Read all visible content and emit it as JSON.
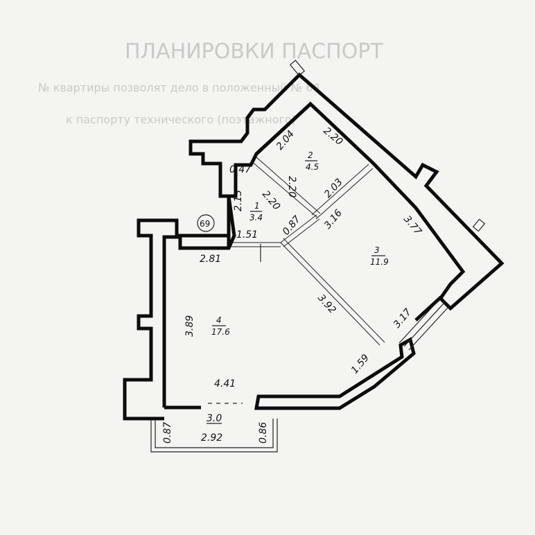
{
  "background": {
    "heading": "ПЛАНИРОВКИ ПАСПОРТ",
    "line1": "№ квартиры позволят дело в положенный № 68",
    "line2": "к паспорту технического (поэтажного)"
  },
  "plan": {
    "apartment_marker": "69",
    "rooms": [
      {
        "id": "room-1",
        "number": "1",
        "area": "3.4"
      },
      {
        "id": "room-2",
        "number": "2",
        "area": "4.5"
      },
      {
        "id": "room-3",
        "number": "3",
        "area": "11.9"
      },
      {
        "id": "room-4",
        "number": "4",
        "area": "17.6"
      }
    ],
    "balcony": {
      "area": "3.0",
      "width": "2.92",
      "left_depth": "0.87",
      "right_depth": "0.86"
    },
    "dimensions": {
      "d204": "2.04",
      "d220a": "2.20",
      "d047": "0.47",
      "d220b": "2.20",
      "d203": "2.03",
      "d213": "2.13",
      "d220c": "2.20",
      "d316": "3.16",
      "d377": "3.77",
      "d087": "0.87",
      "d151": "1.51",
      "d281": "2.81",
      "d392": "3.92",
      "d317": "3.17",
      "d389": "3.89",
      "d159": "1.59",
      "d441": "4.41"
    }
  }
}
